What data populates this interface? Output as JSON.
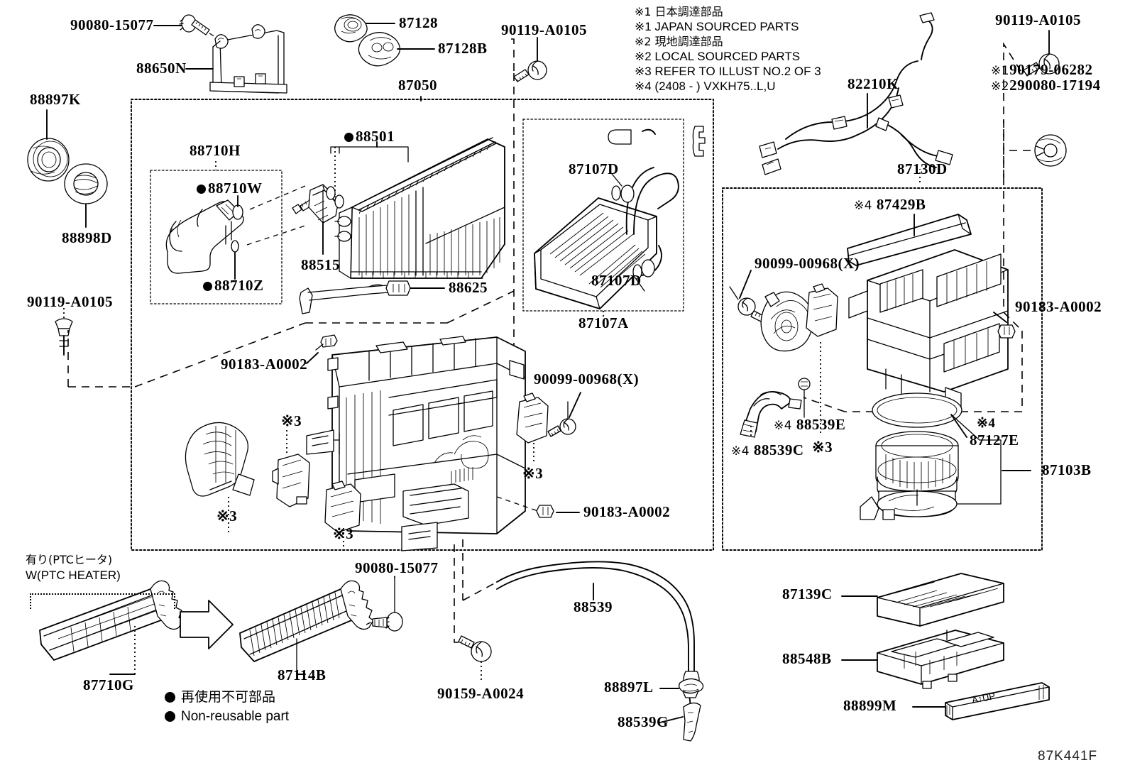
{
  "diagram": {
    "code": "87K441F",
    "title": "87050",
    "legend_notes": [
      "※1 日本調達部品",
      "※1 JAPAN SOURCED PARTS",
      "※2 現地調達部品",
      "※2 LOCAL SOURCED PARTS",
      "※3 REFER TO ILLUST NO.2 OF 3",
      "※4 (2408 -     ) VXKH75..L,U"
    ],
    "reuse_legend": {
      "jp": "再使用不可部品",
      "en": "Non-reusable part"
    },
    "ptc_group": {
      "jp": "有り(PTCヒータ)",
      "en": "W(PTC HEATER)"
    }
  },
  "labels": {
    "l_90080_15077_top": "90080-15077",
    "l_88650N": "88650N",
    "l_88897K": "88897K",
    "l_88898D": "88898D",
    "l_87128": "87128",
    "l_87128B": "87128B",
    "l_90119_A0105_top": "90119-A0105",
    "l_87050": "87050",
    "l_88710H": "88710H",
    "l_88710W": "88710W",
    "l_88710Z": "88710Z",
    "l_88501": "88501",
    "l_88515": "88515",
    "l_88625": "88625",
    "l_87107D_1": "87107D",
    "l_87107D_2": "87107D",
    "l_87107A": "87107A",
    "l_90119_A0105_left": "90119-A0105",
    "l_90183_A0002_left": "90183-A0002",
    "l_90183_A0002_bottom": "90183-A0002",
    "l_90183_A0002_right": "90183-A0002",
    "l_90099_00968_center": "90099-00968(X)",
    "l_90099_00968_right": "90099-00968(X)",
    "l_82210K": "82210K",
    "l_87130D": "87130D",
    "l_90119_A0105_right": "90119-A0105",
    "l_90179_06282": "90179-06282",
    "l_290080_17194": "290080-17194",
    "l_87429B": "87429B",
    "l_88539E": "88539E",
    "l_88539C": "88539C",
    "l_87127E": "87127E",
    "l_87103B": "87103B",
    "l_87710G": "87710G",
    "l_87114B": "87114B",
    "l_90080_15077_bottom": "90080-15077",
    "l_90159_A0024": "90159-A0024",
    "l_88539": "88539",
    "l_88897L": "88897L",
    "l_88539G": "88539G",
    "l_87139C": "87139C",
    "l_88548B": "88548B",
    "l_88899M": "88899M",
    "l_mark3_a": "※3",
    "l_mark3_b": "※3",
    "l_mark3_c": "※3",
    "l_mark3_d": "※3",
    "l_mark3_e": "※3",
    "l_mark4_87429B": "※4",
    "l_mark4_88539E": "※4",
    "l_mark4_88539C": "※4",
    "l_mark4_87127E": "※4",
    "l_mark1_90179": "※1",
    "l_mark2_290080": "※2",
    "l_88899M_text": "A↑UP"
  }
}
